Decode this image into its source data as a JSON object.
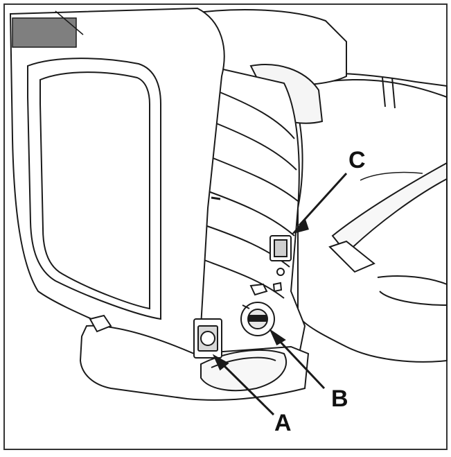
{
  "callouts": {
    "a": "A",
    "b": "B",
    "c": "C"
  },
  "colors": {
    "line": "#1a1a1a",
    "fill": "#ffffff",
    "shade": "#f0f0f0",
    "badge": "#7f7f7f",
    "frame": "#333333"
  }
}
